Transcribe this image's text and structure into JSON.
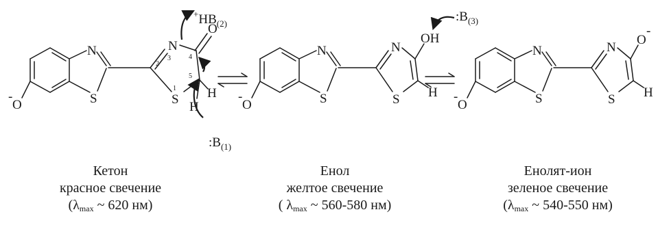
{
  "atoms": {
    "N": "N",
    "S": "S",
    "O": "O",
    "H": "H",
    "OH": "OH",
    "O_minus": "O",
    "minus": "-"
  },
  "ring_numbers": [
    "1",
    "2",
    "3",
    "4",
    "5"
  ],
  "reagents": {
    "acid": {
      "plus": "+",
      "label": "HB",
      "sub": "(2)"
    },
    "base1": {
      "label": ":B",
      "sub": "(1)"
    },
    "base3": {
      "label": ":B",
      "sub": "(3)"
    }
  },
  "forms": [
    {
      "name": "Кетон",
      "glow": "красное свечение",
      "lambda": "λ",
      "lambda_sub": "max",
      "range": " ~ 620 нм)",
      "open": "("
    },
    {
      "name": "Енол",
      "glow": "желтое  свечение",
      "lambda": "λ",
      "lambda_sub": "max",
      "range": " ~ 560-580 нм)",
      "open": "( "
    },
    {
      "name": "Енолят-ион",
      "glow": "зеленое  свечение",
      "lambda": "λ",
      "lambda_sub": "max",
      "range": " ~ 540-550 нм)",
      "open": "("
    }
  ]
}
